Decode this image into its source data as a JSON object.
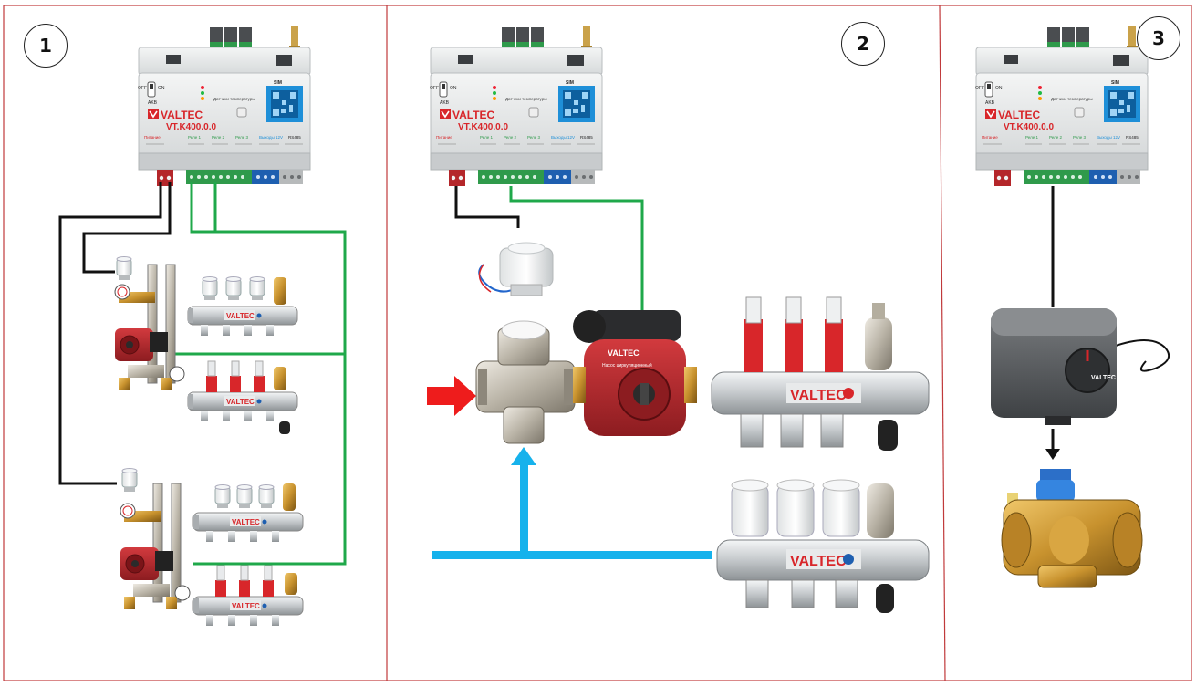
{
  "panels": [
    {
      "number": "1"
    },
    {
      "number": "2"
    },
    {
      "number": "3"
    }
  ],
  "controller": {
    "brand": "VALTEC",
    "model": "VT.K400.0.0",
    "subtitle": "Датчики температуры",
    "switch_off": "OFF",
    "switch_on": "ON",
    "switch_aux": "AKB",
    "sim_label": "SIM",
    "power_label": "Питание",
    "relay_labels": [
      "Реле 1",
      "Реле 2",
      "Реле 3"
    ],
    "outputs_label": "Выходы 12V",
    "rs_label": "RS485"
  },
  "manifold_brand": "VALTEC",
  "pump_brand": "VALTEC",
  "pump_text": "Насос циркуляционный",
  "actuator_brand": "VALTEC",
  "colors": {
    "border": "#c0393b",
    "wire_black": "#111111",
    "wire_green": "#1fa84a",
    "arrow_hot": "#ee1c1c",
    "arrow_cold": "#16b2ec",
    "brass": "#c8922e",
    "chrome": "#cfd3d6",
    "pump_red": "#b3262b",
    "module_green": "#2f9a4b",
    "qr_blue": "#1e8fd8"
  }
}
